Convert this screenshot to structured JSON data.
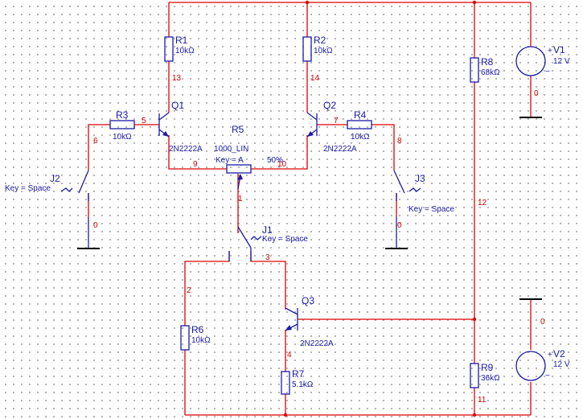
{
  "colors": {
    "wire": "#e00000",
    "component": "#1a1aa8",
    "node_label": "#d40000",
    "ground": "#000000",
    "background": "#ffffff"
  },
  "resistors": {
    "r1": {
      "name": "R1",
      "value": "10kΩ"
    },
    "r2": {
      "name": "R2",
      "value": "10kΩ"
    },
    "r3": {
      "name": "R3",
      "value": "10kΩ"
    },
    "r4": {
      "name": "R4",
      "value": "10kΩ"
    },
    "r6": {
      "name": "R6",
      "value": "10kΩ"
    },
    "r7": {
      "name": "R7",
      "value": "5.1kΩ"
    },
    "r8": {
      "name": "R8",
      "value": "68kΩ"
    },
    "r9": {
      "name": "R9",
      "value": "36kΩ"
    }
  },
  "potentiometer": {
    "name": "R5",
    "value": "1000_LIN",
    "key": "Key = A",
    "setting": "50%"
  },
  "transistors": {
    "q1": {
      "name": "Q1",
      "model": "2N2222A"
    },
    "q2": {
      "name": "Q2",
      "model": "2N2222A"
    },
    "q3": {
      "name": "Q3",
      "model": "2N2222A"
    }
  },
  "switches": {
    "j1": {
      "name": "J1",
      "key": "Key = Space"
    },
    "j2": {
      "name": "J2",
      "key": "Key = Space"
    },
    "j3": {
      "name": "J3",
      "key": "Key = Space"
    }
  },
  "sources": {
    "v1": {
      "name": "V1",
      "value": "12 V"
    },
    "v2": {
      "name": "V2",
      "value": "12 V"
    }
  },
  "nodes": {
    "n0_j2": "0",
    "n0_j3": "0",
    "n0_v1": "0",
    "n0_v2": "0",
    "n1": "1",
    "n2": "2",
    "n3": "3",
    "n4": "4",
    "n5": "5",
    "n6": "6",
    "n7": "7",
    "n8": "8",
    "n9": "9",
    "n10": "10",
    "n11": "11",
    "n12": "12",
    "n13": "13",
    "n14": "14"
  },
  "source_signs": {
    "plus": "+",
    "minus": "−"
  }
}
